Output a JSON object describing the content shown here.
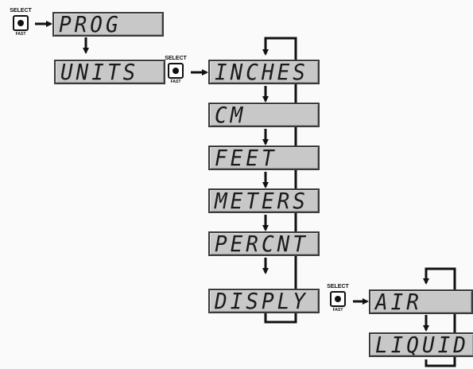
{
  "buttons": {
    "select_label": "SELECT",
    "fast_label": "FAST"
  },
  "displays": {
    "prog": "PROG",
    "units": "UNITS",
    "inches": "INCHES",
    "cm": "CM",
    "feet": "FEET",
    "meters": "METERS",
    "percnt": "PERCNT",
    "disply": "DISPLY",
    "air": "AIR",
    "liquid": "LIQUID"
  },
  "colors": {
    "lcd_background": "#c8c8c8",
    "line": "#111111"
  }
}
